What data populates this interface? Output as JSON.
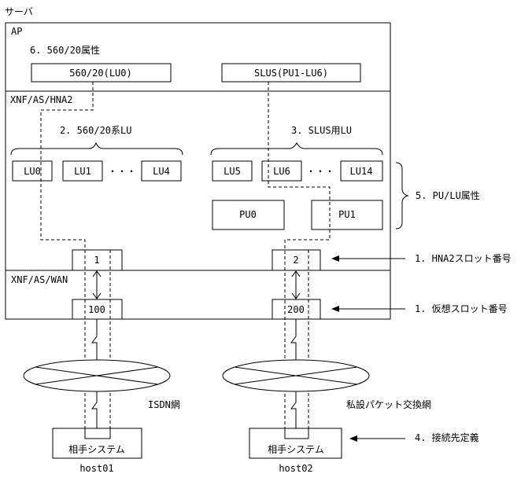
{
  "server": {
    "title": "サーバ",
    "ap": {
      "label": "AP",
      "attr_title": "6. 560/20属性",
      "box_560": "560/20(LU0)",
      "box_slus": "SLUS(PU1-LU6)"
    },
    "hna2": {
      "label": "XNF/AS/HNA2",
      "group_560": "2. 560/20系LU",
      "group_slus": "3. SLUS用LU",
      "lus": [
        "LU0",
        "LU1",
        "LU4",
        "LU5",
        "LU6",
        "LU14"
      ],
      "ellipsis": "・・・",
      "pu0": "PU0",
      "pu1": "PU1",
      "slot1": "1",
      "slot2": "2"
    },
    "wan": {
      "label": "XNF/AS/WAN",
      "slot100": "100",
      "slot200": "200"
    }
  },
  "networks": {
    "isdn": "ISDN網",
    "private": "私設パケット交換網"
  },
  "hosts": [
    {
      "box": "相手システム",
      "name": "host01"
    },
    {
      "box": "相手システム",
      "name": "host02"
    }
  ],
  "annotations": {
    "pu_lu_attr": "5. PU/LU属性",
    "hna2_slot": "1. HNA2スロット番号",
    "virtual_slot": "1. 仮想スロット番号",
    "connection_def": "4. 接続先定義"
  }
}
